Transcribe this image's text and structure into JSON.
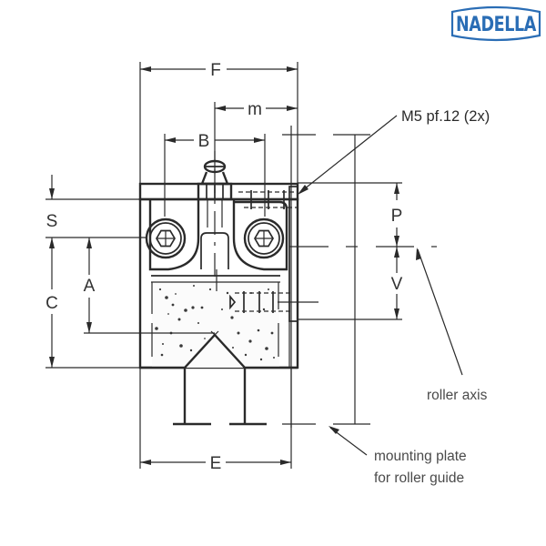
{
  "logo": {
    "text": "NADELLA",
    "color": "#2a6db5"
  },
  "drawing": {
    "type": "technical-dimension-drawing",
    "subject": "roller guide slider block cross-section with grease nipple",
    "line_color": "#2a2a2a",
    "dimensions": {
      "F": "F",
      "m": "m",
      "B": "B",
      "S": "S",
      "C": "C",
      "A": "A",
      "P": "P",
      "V": "V",
      "E": "E"
    },
    "callouts": {
      "thread": "M5 pf.12 (2x)",
      "roller_axis": "roller axis",
      "mounting_plate_line1": "mounting plate",
      "mounting_plate_line2": "for roller guide"
    }
  }
}
